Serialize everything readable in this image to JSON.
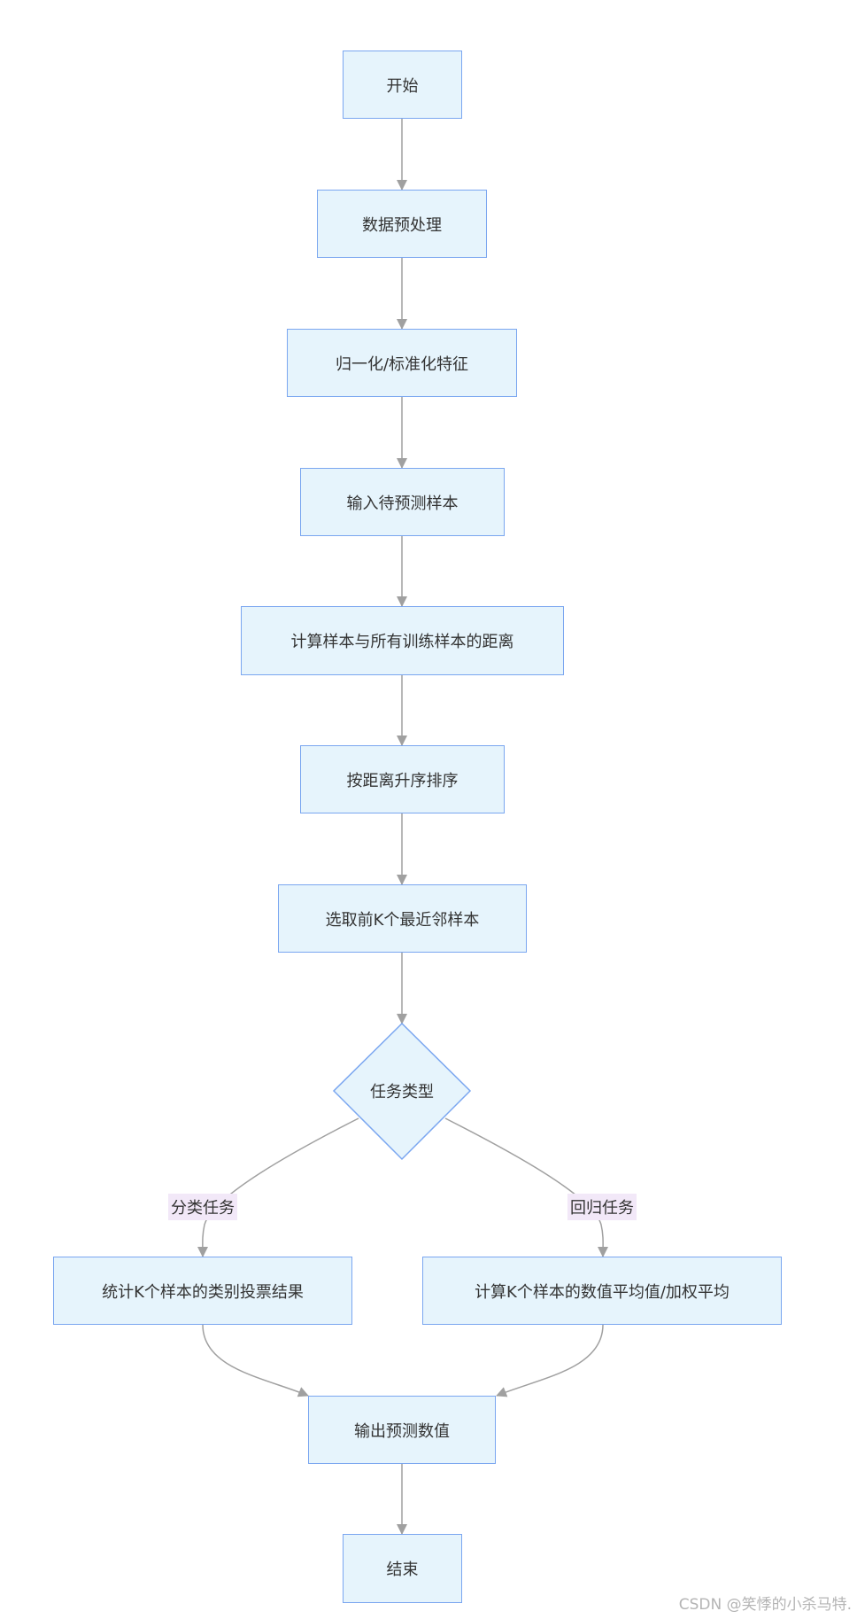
{
  "nodes": {
    "start": "开始",
    "preprocess": "数据预处理",
    "normalize": "归一化/标准化特征",
    "input_sample": "输入待预测样本",
    "compute_distance": "计算样本与所有训练样本的距离",
    "sort_distance": "按距离升序排序",
    "select_k": "选取前K个最近邻样本",
    "task_type": "任务类型",
    "classification": "统计K个样本的类别投票结果",
    "regression": "计算K个样本的数值平均值/加权平均",
    "output": "输出预测数值",
    "end": "结束"
  },
  "edge_labels": {
    "classification": "分类任务",
    "regression": "回归任务"
  },
  "watermark": "CSDN @笑悸的小杀马特.",
  "colors": {
    "node_fill": "#e6f4fc",
    "node_border": "#7aa6f0",
    "edge": "#a0a0a0",
    "edge_label_bg": "#f2e8f8",
    "text": "#333333"
  }
}
